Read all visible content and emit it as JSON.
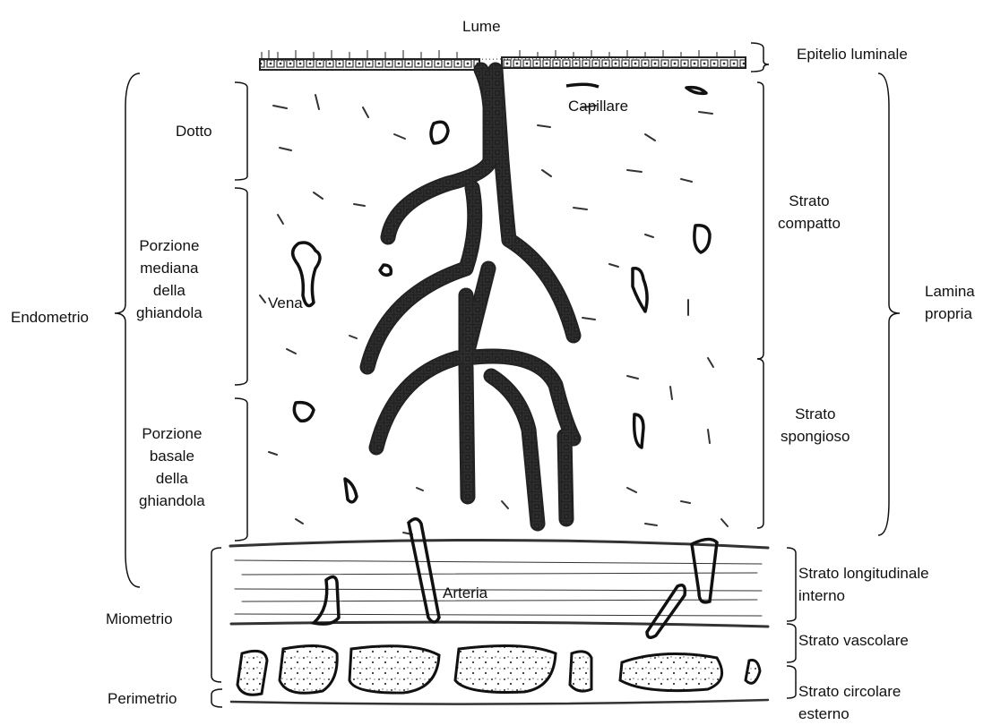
{
  "figure": {
    "labels": {
      "lume": "Lume",
      "epitelio_luminale": "Epitelio luminale",
      "capillare": "Capillare",
      "dotto": "Dotto",
      "strato_compatto": "Strato\ncompatto",
      "porzione_mediana": "Porzione\nmediana\ndella\nghiandola",
      "vena": "Vena",
      "endometrio": "Endometrio",
      "lamina_propria": "Lamina\npropria",
      "porzione_basale": "Porzione\nbasale\ndella\nghiandola",
      "strato_spongioso": "Strato\nspongioso",
      "arteria": "Arteria",
      "miometrio": "Miometrio",
      "strato_longitudinale_interno": "Strato longitudinale\ninterno",
      "strato_vascolare": "Strato vascolare",
      "strato_circolare_esterno": "Strato circolare\nesterno",
      "perimetrio": "Perimetrio"
    }
  }
}
